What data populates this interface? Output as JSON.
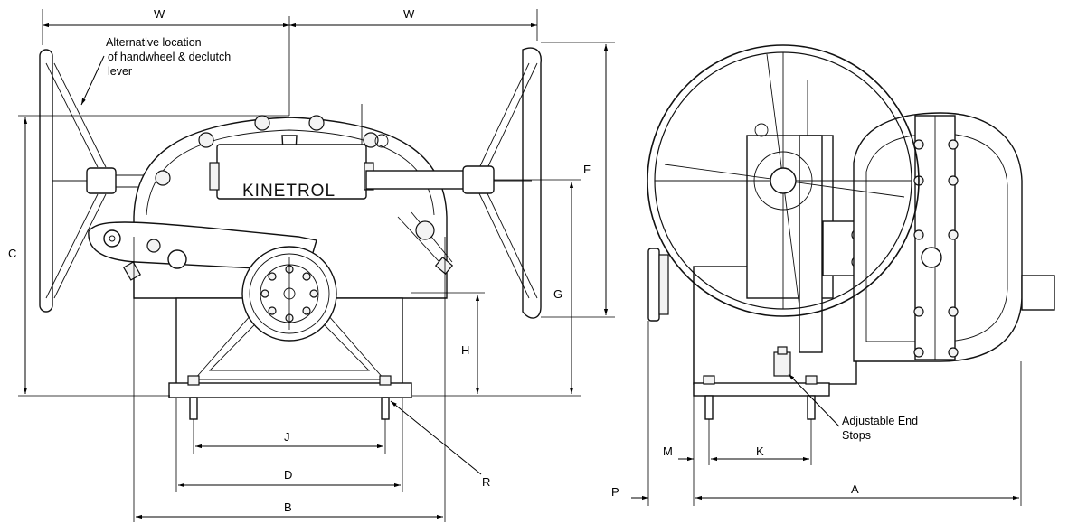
{
  "brand": "KINETROL",
  "notes": {
    "handwheel_line1": "Alternative location",
    "handwheel_line2": "of handwheel & declutch",
    "handwheel_line3": "lever",
    "endstops_line1": "Adjustable End",
    "endstops_line2": "Stops"
  },
  "dimensions": {
    "w_left": "W",
    "w_right": "W",
    "c": "C",
    "f": "F",
    "g": "G",
    "h": "H",
    "j": "J",
    "d": "D",
    "b": "B",
    "r": "R",
    "m": "M",
    "k": "K",
    "p": "P",
    "a": "A"
  }
}
